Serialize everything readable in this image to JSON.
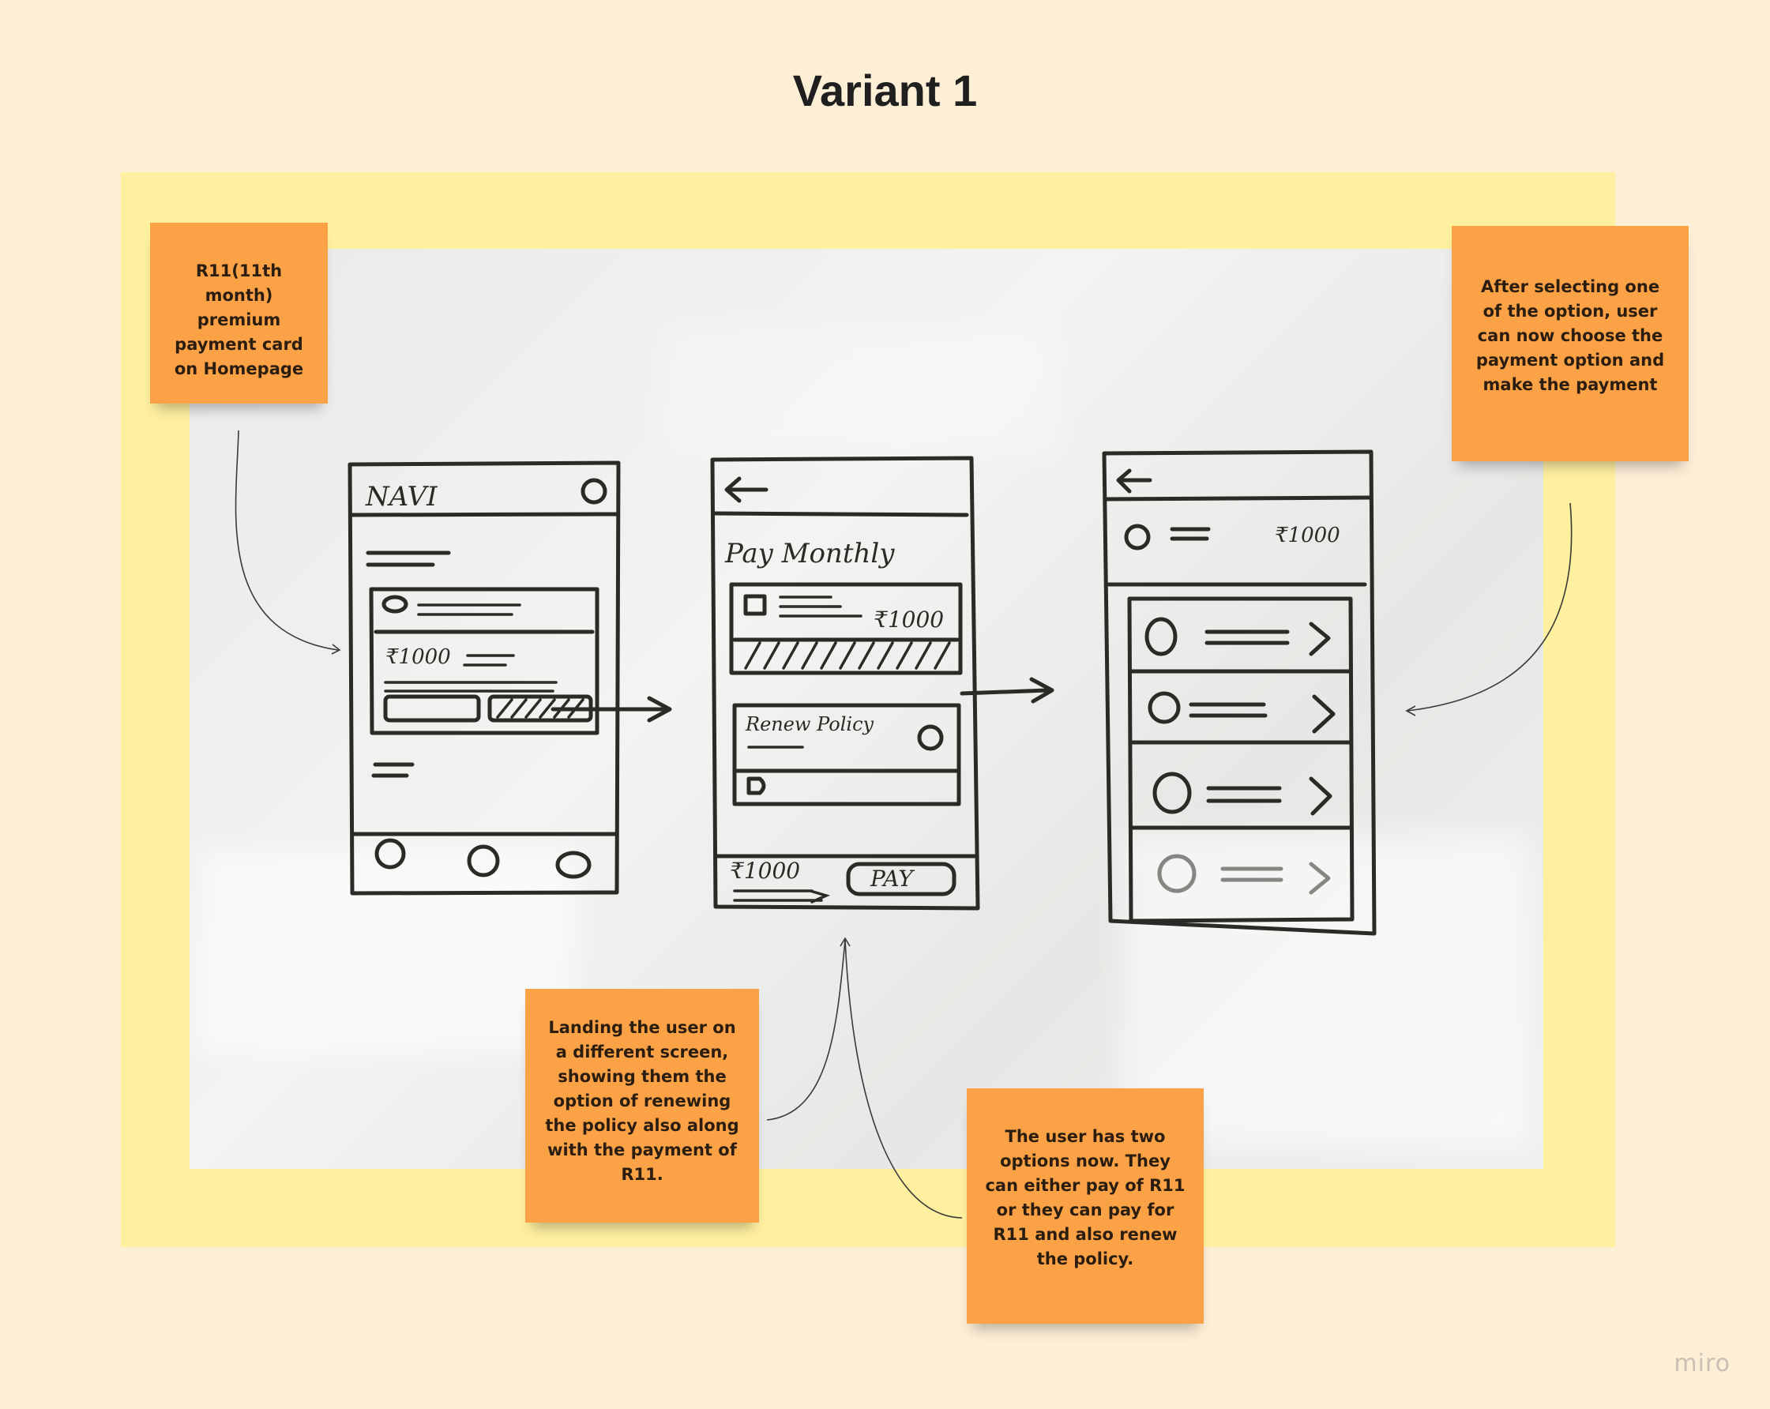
{
  "title": "Variant 1",
  "brand": "miro",
  "notes": {
    "homepage": "R11(11th month) premium payment card on Homepage",
    "payment": "After selecting one of the option, user can now choose the payment option and make the payment",
    "landing": "Landing the user on a different screen, showing them the option of renewing the policy also along with the payment of R11.",
    "options": "The user has two options now. They can either pay of R11 or they can pay for R11 and also renew the policy."
  },
  "sketch": {
    "screen1_logo": "NAVI",
    "screen1_amount": "₹1000",
    "screen2_heading": "Pay Monthly",
    "screen2_amount": "₹1000",
    "screen2_renew": "Renew Policy",
    "screen2_total": "₹1000",
    "screen2_pay": "PAY",
    "screen3_amount": "₹1000"
  },
  "colors": {
    "background": "#fdeed6",
    "frame": "#fff0a0",
    "sticky": "#fba246"
  }
}
